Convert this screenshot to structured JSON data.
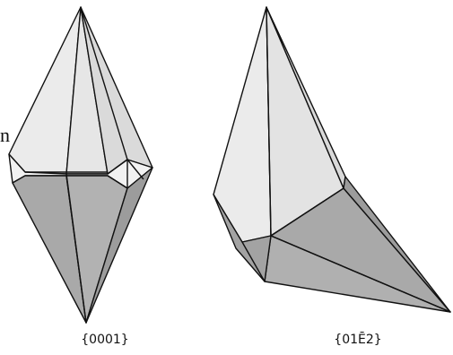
{
  "figures": [
    {
      "id": "left-crystal",
      "caption": "{0001}"
    },
    {
      "id": "right-crystal",
      "caption": "{01Ē2}"
    }
  ],
  "fragment_text": "n",
  "colors": {
    "light_face": "#ebebeb",
    "mid_face": "#d6d6d6",
    "dark_face": "#a9a9a9",
    "darker_face": "#9c9c9c",
    "edge": "#111111"
  }
}
